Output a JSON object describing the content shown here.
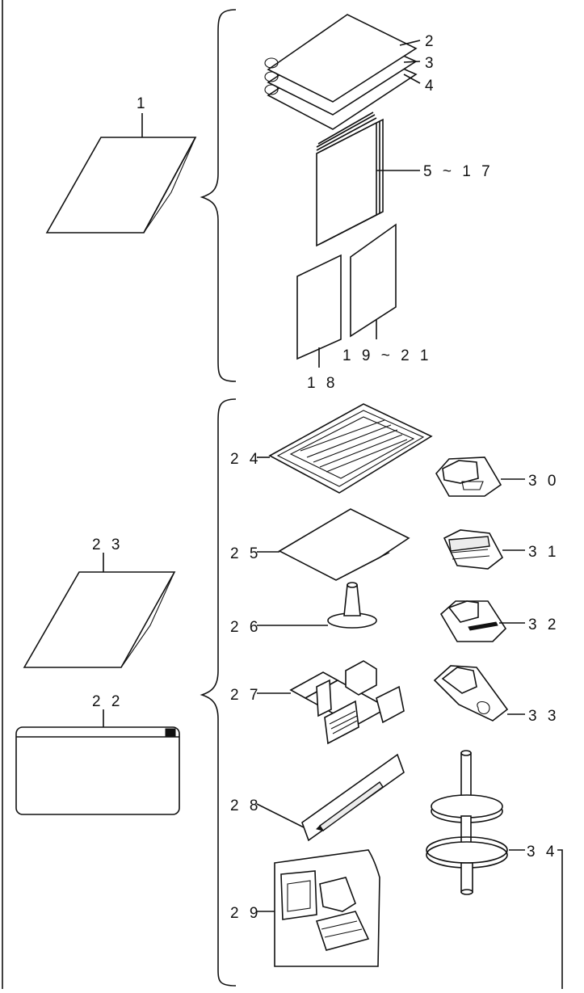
{
  "callouts": {
    "c1": "1",
    "c2": "2",
    "c3": "3",
    "c4": "4",
    "c5_17": "5 ~ 1 7",
    "c18": "1 8",
    "c19_21": "1 9 ~ 2 1",
    "c22": "2 2",
    "c23": "2 3",
    "c24": "2 4",
    "c25": "2 5",
    "c26": "2 6",
    "c27": "2 7",
    "c28": "2 8",
    "c29": "2 9",
    "c30": "3 0",
    "c31": "3 1",
    "c32": "3 2",
    "c33": "3 3",
    "c34": "3 4"
  },
  "icons": {
    "envelope": "envelope-icon",
    "sheet": "sheet-icon",
    "booklet": "booklet-icon",
    "needle_pack": "needle-pack-icon",
    "cloth": "cloth-icon",
    "spool_cap": "spool-cap-icon",
    "quilting_guide": "quilting-guide-icon",
    "pen": "pen-icon",
    "presser_foot": "presser-foot-icon",
    "spool_pin": "spool-pin-icon",
    "zip_pouch": "zip-pouch-icon"
  }
}
